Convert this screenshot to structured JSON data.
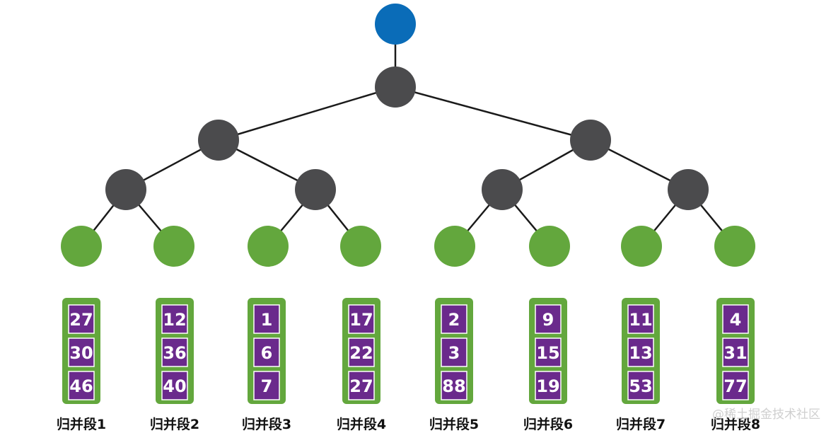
{
  "colors": {
    "root": "#0a6cb8",
    "internal": "#4b4b4d",
    "leaf": "#63a73d",
    "cell": "#6a2a8c",
    "edge": "#1a1a1a",
    "label": "#111111"
  },
  "tree": {
    "levels": 5,
    "leaf_count": 8
  },
  "runs": [
    {
      "label": "归并段1",
      "values": [
        "27",
        "30",
        "46"
      ]
    },
    {
      "label": "归并段2",
      "values": [
        "12",
        "36",
        "40"
      ]
    },
    {
      "label": "归并段3",
      "values": [
        "1",
        "6",
        "7"
      ]
    },
    {
      "label": "归并段4",
      "values": [
        "17",
        "22",
        "27"
      ]
    },
    {
      "label": "归并段5",
      "values": [
        "2",
        "3",
        "88"
      ]
    },
    {
      "label": "归并段6",
      "values": [
        "9",
        "15",
        "19"
      ]
    },
    {
      "label": "归并段7",
      "values": [
        "11",
        "13",
        "53"
      ]
    },
    {
      "label": "归并段8",
      "values": [
        "4",
        "31",
        "77"
      ]
    }
  ],
  "watermark": "@稀土掘金技术社区"
}
